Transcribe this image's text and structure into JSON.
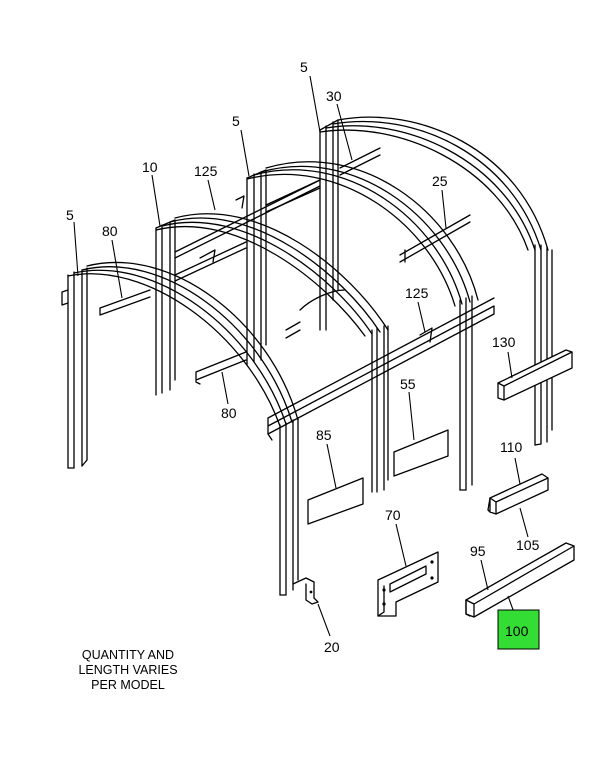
{
  "callouts": [
    {
      "id": "c5a",
      "text": "5"
    },
    {
      "id": "c30",
      "text": "30"
    },
    {
      "id": "c5b",
      "text": "5"
    },
    {
      "id": "c10",
      "text": "10"
    },
    {
      "id": "c125a",
      "text": "125"
    },
    {
      "id": "c25",
      "text": "25"
    },
    {
      "id": "c5c",
      "text": "5"
    },
    {
      "id": "c80a",
      "text": "80"
    },
    {
      "id": "c125b",
      "text": "125"
    },
    {
      "id": "c130",
      "text": "130"
    },
    {
      "id": "c55",
      "text": "55"
    },
    {
      "id": "c80b",
      "text": "80"
    },
    {
      "id": "c85",
      "text": "85"
    },
    {
      "id": "c110",
      "text": "110"
    },
    {
      "id": "c70",
      "text": "70"
    },
    {
      "id": "c105",
      "text": "105"
    },
    {
      "id": "c95",
      "text": "95"
    },
    {
      "id": "c100",
      "text": "100"
    },
    {
      "id": "c20",
      "text": "20"
    }
  ],
  "note": {
    "line1": "QUANTITY AND",
    "line2": "LENGTH VARIES",
    "line3": "PER MODEL"
  },
  "highlight": {
    "callout": "100",
    "color": "#33dd33"
  }
}
